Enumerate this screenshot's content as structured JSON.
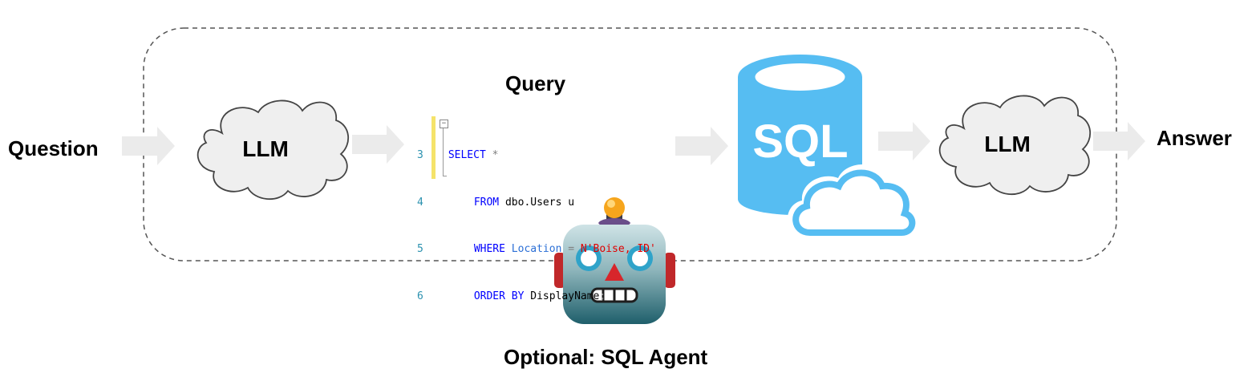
{
  "labels": {
    "question": "Question",
    "answer": "Answer",
    "query": "Query",
    "agent": "Optional: SQL Agent"
  },
  "clouds": {
    "left": "LLM",
    "right": "LLM"
  },
  "database": {
    "text": "SQL",
    "color": "#56bdf2"
  },
  "code": {
    "lines": [
      {
        "num": "3",
        "kw1": "SELECT",
        "rest": " *"
      },
      {
        "num": "4",
        "kw1": "FROM",
        "rest": " dbo.Users u"
      },
      {
        "num": "5",
        "kw1": "WHERE",
        "ident": " Location",
        "op": " =",
        "str": " N'Boise, ID'"
      },
      {
        "num": "6",
        "kw1": "ORDER BY",
        "rest": " DisplayName",
        "semi": ";"
      }
    ]
  },
  "colors": {
    "arrow": "#ebebeb",
    "cloud_fill": "#efefef",
    "gutter": "#f5e36a",
    "dashed_border": "#555555"
  }
}
